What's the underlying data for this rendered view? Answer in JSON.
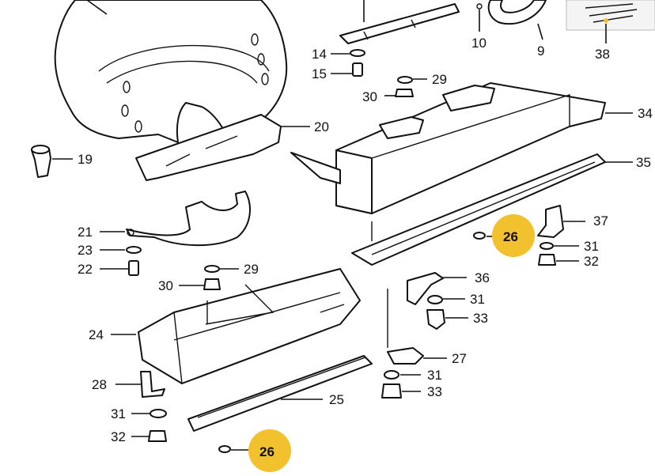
{
  "diagram": {
    "highlight_color": "#f2c12e",
    "callouts": [
      {
        "id": "c10",
        "label": "10"
      },
      {
        "id": "c9",
        "label": "9"
      },
      {
        "id": "c38",
        "label": "38"
      },
      {
        "id": "c14",
        "label": "14"
      },
      {
        "id": "c15",
        "label": "15"
      },
      {
        "id": "c29a",
        "label": "29"
      },
      {
        "id": "c30a",
        "label": "30"
      },
      {
        "id": "c34",
        "label": "34"
      },
      {
        "id": "c20",
        "label": "20"
      },
      {
        "id": "c19",
        "label": "19"
      },
      {
        "id": "c35",
        "label": "35"
      },
      {
        "id": "c21",
        "label": "21"
      },
      {
        "id": "c37",
        "label": "37"
      },
      {
        "id": "c26a",
        "label": "26",
        "highlighted": true
      },
      {
        "id": "c23",
        "label": "23"
      },
      {
        "id": "c31a",
        "label": "31"
      },
      {
        "id": "c22",
        "label": "22"
      },
      {
        "id": "c29b",
        "label": "29"
      },
      {
        "id": "c32a",
        "label": "32"
      },
      {
        "id": "c36",
        "label": "36"
      },
      {
        "id": "c30b",
        "label": "30"
      },
      {
        "id": "c31b",
        "label": "31"
      },
      {
        "id": "c33a",
        "label": "33"
      },
      {
        "id": "c24",
        "label": "24"
      },
      {
        "id": "c27",
        "label": "27"
      },
      {
        "id": "c28",
        "label": "28"
      },
      {
        "id": "c31c",
        "label": "31"
      },
      {
        "id": "c33b",
        "label": "33"
      },
      {
        "id": "c25",
        "label": "25"
      },
      {
        "id": "c31d",
        "label": "31"
      },
      {
        "id": "c32b",
        "label": "32"
      },
      {
        "id": "c26b",
        "label": "26",
        "highlighted": true
      }
    ]
  }
}
